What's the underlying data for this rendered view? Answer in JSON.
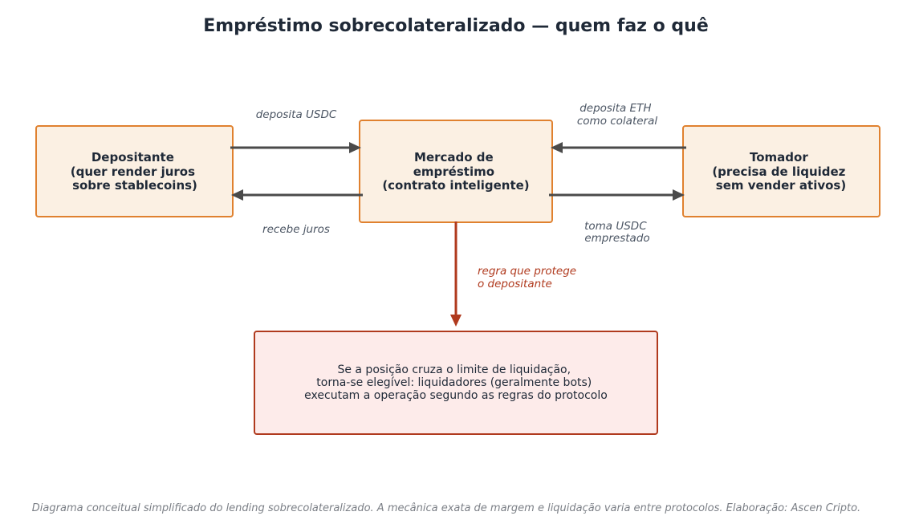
{
  "title": "Empréstimo sobrecolateralizado — quem faz o quê",
  "nodes": {
    "depositante": {
      "lines": [
        "Depositante",
        "(quer render juros",
        "sobre stablecoins)"
      ]
    },
    "mercado": {
      "lines": [
        "Mercado de",
        "empréstimo",
        "(contrato inteligente)"
      ]
    },
    "tomador": {
      "lines": [
        "Tomador",
        "(precisa de liquidez",
        "sem vender ativos)"
      ]
    },
    "regra": {
      "lines": [
        "Se a posição cruza o limite de liquidação,",
        "torna-se elegível: liquidadores (geralmente bots)",
        "executam a operação segundo as regras do protocolo"
      ]
    }
  },
  "edges": {
    "deposita_usdc": {
      "lines": [
        "deposita USDC"
      ]
    },
    "recebe_juros": {
      "lines": [
        "recebe juros"
      ]
    },
    "deposita_eth": {
      "lines": [
        "deposita ETH",
        "como colateral"
      ]
    },
    "toma_usdc": {
      "lines": [
        "toma USDC",
        "emprestado"
      ]
    },
    "regra_protege": {
      "lines": [
        "regra que protege",
        "o depositante"
      ]
    }
  },
  "footnote": "Diagrama conceitual simplificado do lending sobrecolateralizado. A mecânica exata de margem e liquidação varia entre protocolos. Elaboração: Ascen Cripto."
}
